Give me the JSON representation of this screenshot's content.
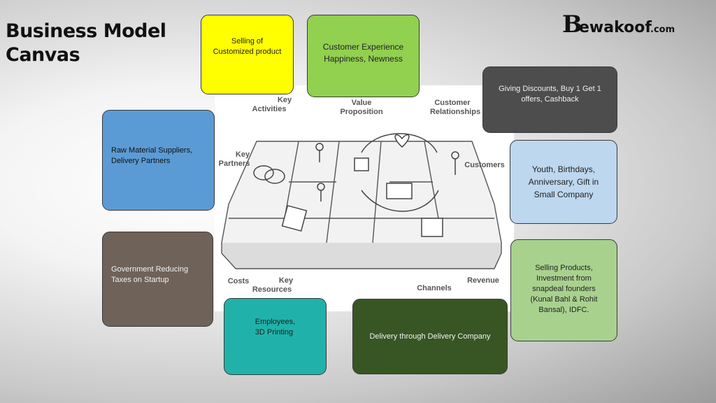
{
  "title": "Business Model\nCanvas",
  "logo": {
    "text": "Bewakoof.com"
  },
  "canvas": {
    "labels": {
      "key_partners": "Key\nPartners",
      "key_activities": "Key\nActivities",
      "value_proposition": "Value\nProposition",
      "customer_relationships": "Customer\nRelationships",
      "customers": "Customers",
      "costs": "Costs",
      "key_resources": "Key\nResources",
      "channels": "Channels",
      "revenue": "Revenue"
    }
  },
  "boxes": {
    "key_activities": {
      "text": "Selling of\nCustomized product",
      "color": "#ffff00"
    },
    "value_proposition": {
      "text": "Customer Experience\nHappiness, Newness",
      "color": "#92d050"
    },
    "customer_relationships": {
      "text": "Giving Discounts, Buy 1 Get 1\noffers, Cashback",
      "color": "#4d4d4d"
    },
    "key_partners": {
      "text": "Raw Material Suppliers,\nDelivery Partners",
      "color": "#5b9bd5"
    },
    "customer_segments": {
      "text": "Youth, Birthdays,\nAnniversary, Gift in\nSmall Company",
      "color": "#bdd7ee"
    },
    "cost_structure": {
      "text": "Government Reducing\nTaxes on Startup",
      "color": "#6f6259"
    },
    "revenue_streams": {
      "text": "Selling Products,\nInvestment from\nsnapdeal founders\n(Kunal Bahl & Rohit\nBansal), IDFC.",
      "color": "#a9d18e"
    },
    "key_resources": {
      "text": "Employees,\n3D Printing",
      "color": "#20b2aa"
    },
    "channels": {
      "text": "Delivery through Delivery Company",
      "color": "#375623"
    }
  }
}
